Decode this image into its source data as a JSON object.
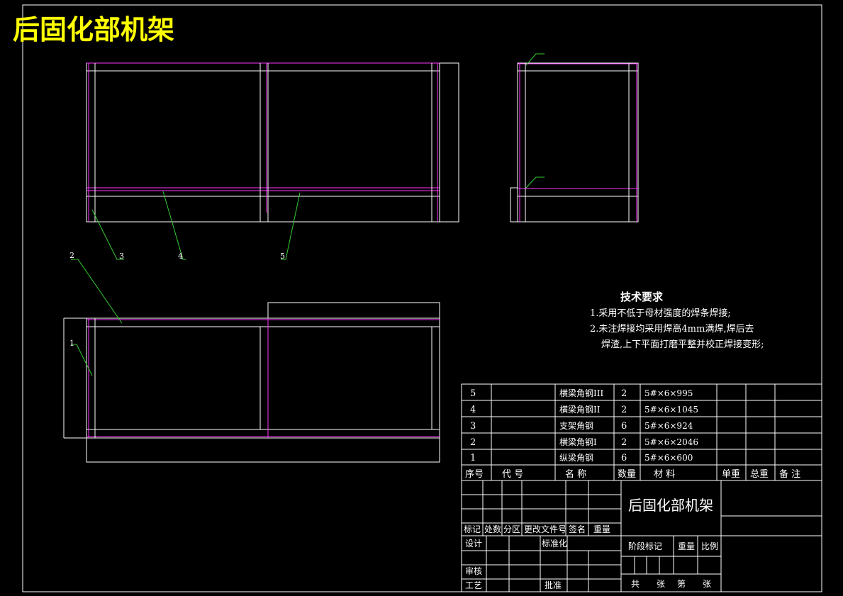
{
  "drawing_title": "后固化部机架",
  "colors": {
    "background": "#000000",
    "line": "#ffffff",
    "member": "#ff33ff",
    "leader": "#33cc33",
    "title": "#ffff00"
  },
  "balloons": [
    "1",
    "2",
    "3",
    "4",
    "5"
  ],
  "tech_requirements": {
    "heading": "技术要求",
    "lines": [
      "1.采用不低于母材强度的焊条焊接;",
      "2.未注焊接均采用焊高4mm满焊,焊后去",
      "焊渣,上下平面打磨平整并校正焊接变形;"
    ]
  },
  "bom": {
    "headers": [
      "序号",
      "代 号",
      "名 称",
      "数量",
      "材 料",
      "单重",
      "总重",
      "备 注"
    ],
    "rows": [
      {
        "no": "5",
        "code": "",
        "name": "横梁角钢III",
        "qty": "2",
        "material": "5#×6×995"
      },
      {
        "no": "4",
        "code": "",
        "name": "横梁角钢II",
        "qty": "2",
        "material": "5#×6×1045"
      },
      {
        "no": "3",
        "code": "",
        "name": "支架角钢",
        "qty": "6",
        "material": "5#×6×924"
      },
      {
        "no": "2",
        "code": "",
        "name": "横梁角钢I",
        "qty": "2",
        "material": "5#×6×2046"
      },
      {
        "no": "1",
        "code": "",
        "name": "纵梁角钢",
        "qty": "6",
        "material": "5#×6×600"
      }
    ]
  },
  "title_block": {
    "part_name": "后固化部机架",
    "rev_headers": [
      "标记",
      "处数",
      "分区",
      "更改文件号",
      "签名",
      "重量"
    ],
    "design": "设计",
    "standardize": "标准化",
    "stage_mark": "阶段标记",
    "weight": "重量",
    "scale": "比例",
    "check": "审核",
    "process": "工艺",
    "approve": "批准",
    "sheets_total": "共",
    "sheet_unit1": "张",
    "sheet_no": "第",
    "sheet_unit2": "张"
  }
}
